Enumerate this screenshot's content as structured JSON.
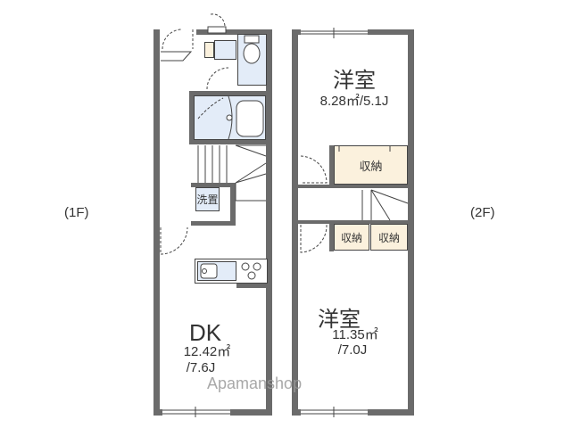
{
  "floor_labels": {
    "first": "(1F)",
    "second": "(2F)"
  },
  "first_floor": {
    "dk": {
      "name": "DK",
      "area_m2": "12.42㎡",
      "area_j": "/7.6J"
    },
    "laundry": {
      "label": "洗置"
    }
  },
  "second_floor": {
    "room_top": {
      "name": "洋室",
      "area": "8.28㎡/5.1J"
    },
    "room_bottom": {
      "name": "洋室",
      "area_m2": "11.35㎡",
      "area_j": "/7.0J"
    },
    "storage": [
      {
        "label": "収納"
      },
      {
        "label": "収納"
      },
      {
        "label": "収納"
      }
    ]
  },
  "watermark": "Apamanshop",
  "colors": {
    "wall": "#6b6b6b",
    "storage_fill": "#fbf1dd",
    "wet_area_fill": "#e3ecf8"
  }
}
